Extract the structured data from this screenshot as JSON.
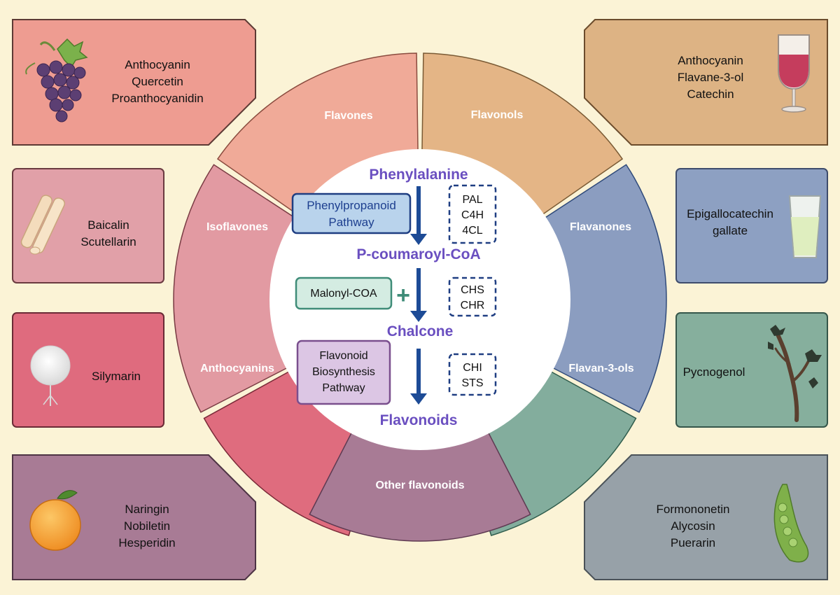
{
  "segments": {
    "flavones": "Flavones",
    "flavonols": "Flavonols",
    "isoflavones": "Isoflavones",
    "flavanones": "Flavanones",
    "anthocyanins": "Anthocyanins",
    "flavan3ols": "Flavan-3-ols",
    "other": "Other flavonoids"
  },
  "pathway": {
    "phenylalanine": "Phenylalanine",
    "coumaroyl": "P-coumaroyl-CoA",
    "chalcone": "Chalcone",
    "flavonoids": "Flavonoids",
    "phenylpropanoid": [
      "Phenylpropanoid",
      "Pathway"
    ],
    "malonyl": "Malonyl-COA",
    "plus": "+",
    "flavonoid_biosynthesis": [
      "Flavonoid",
      "Biosynthesis",
      "Pathway"
    ],
    "enzymes1": [
      "PAL",
      "C4H",
      "4CL"
    ],
    "enzymes2": [
      "CHS",
      "CHR"
    ],
    "enzymes3": [
      "CHI",
      "STS"
    ]
  },
  "cards": {
    "grapes": [
      "Anthocyanin",
      "Quercetin",
      "Proanthocyanidin"
    ],
    "wine": [
      "Anthocyanin",
      "Flavane-3-ol",
      "Catechin"
    ],
    "scutellaria": [
      "Baicalin",
      "Scutellarin"
    ],
    "tea": [
      "Epigallocatechin",
      "gallate"
    ],
    "milk_thistle": [
      "Silymarin"
    ],
    "pine": [
      "Pycnogenol"
    ],
    "orange": [
      "Naringin",
      "Nobiletin",
      "Hesperidin"
    ],
    "pea": [
      "Formononetin",
      "Alycosin",
      "Puerarin"
    ]
  },
  "colors": {
    "flavones": "#f0aa98",
    "flavonols": "#e4b586",
    "isoflavones": "#e29aa2",
    "flavanones": "#8b9dc0",
    "anthocyanins": "#df6c7e",
    "flavan3ols": "#83ad9d",
    "other": "#a87b95",
    "arrow": "#1d4b96",
    "title": "#6a4fc0"
  }
}
